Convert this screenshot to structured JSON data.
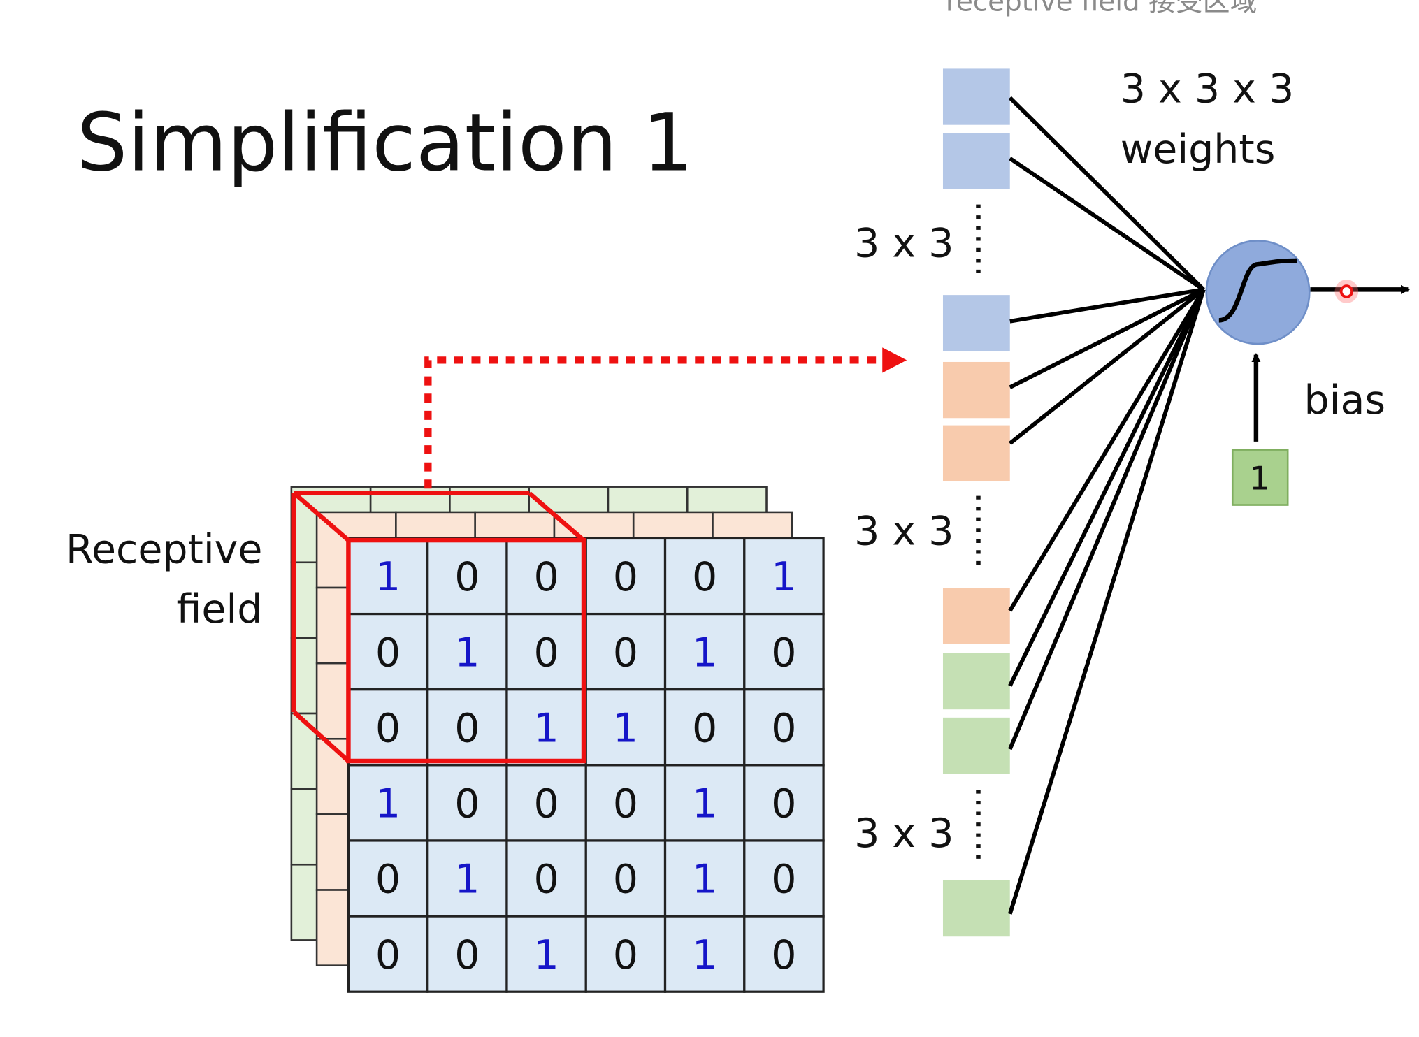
{
  "caption": "receptive field 接受区域",
  "title": "Simplification 1",
  "receptive_field_label": [
    "Receptive",
    "field"
  ],
  "weights_label": [
    "3 x 3 x 3",
    "weights"
  ],
  "group_labels": [
    "3 x 3",
    "3 x 3",
    "3 x 3"
  ],
  "bias_label": "bias",
  "bias_input": "1",
  "front_grid": [
    [
      "1",
      "0",
      "0",
      "0",
      "0",
      "1"
    ],
    [
      "0",
      "1",
      "0",
      "0",
      "1",
      "0"
    ],
    [
      "0",
      "0",
      "1",
      "1",
      "0",
      "0"
    ],
    [
      "1",
      "0",
      "0",
      "0",
      "1",
      "0"
    ],
    [
      "0",
      "1",
      "0",
      "0",
      "1",
      "0"
    ],
    [
      "0",
      "0",
      "1",
      "0",
      "1",
      "0"
    ]
  ],
  "colors": {
    "channel_blue": "#dce9f5",
    "channel_orange": "#fbe5d6",
    "channel_green": "#e2f0d9",
    "weight_blue": "#b4c7e7",
    "weight_orange": "#f8cbad",
    "weight_green": "#c5e0b4",
    "bias_box": "#a9d18e",
    "neuron": "#8faadc",
    "highlight_red": "#ee1111",
    "one_digit": "#1515c8"
  },
  "icons": {
    "neuron": "sigmoid-neuron-icon",
    "arrow": "arrow-right-icon"
  }
}
